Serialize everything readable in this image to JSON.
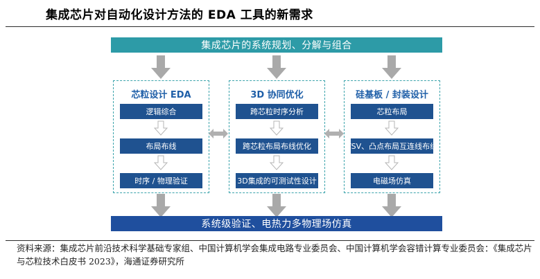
{
  "header": {
    "title": "集成芯片对自动化设计方法的 EDA 工具的新需求"
  },
  "top_banner": "集成芯片的系统规划、分解与组合",
  "bottom_banner": "系统级验证、电热力多物理场仿真",
  "columns": [
    {
      "title": "芯粒设计 EDA",
      "steps": [
        "逻辑综合",
        "布局布线",
        "时序 / 物理验证"
      ]
    },
    {
      "title": "3D 协同优化",
      "steps": [
        "跨芯粒时序分析",
        "跨芯粒布局布线优化",
        "3D集成的可测试性设计"
      ]
    },
    {
      "title": "硅基板 / 封装设计",
      "steps": [
        "芯粒布局",
        "TSV、凸点布局互连线布线",
        "电磁场仿真"
      ]
    }
  ],
  "footer": {
    "source": "资料来源：集成芯片前沿技术科学基础专家组、中国计算机学会集成电路专业委员会、中国计算机学会容错计算专业委员会：《集成芯片与芯粒技术白皮书 2023》，海通证券研究所"
  },
  "colors": {
    "teal": "#2d9ba7",
    "navy": "#1f5290",
    "blue": "#1f4f9e",
    "title_blue": "#1f5fa8",
    "arrow_gray": "#a9a9a9"
  }
}
